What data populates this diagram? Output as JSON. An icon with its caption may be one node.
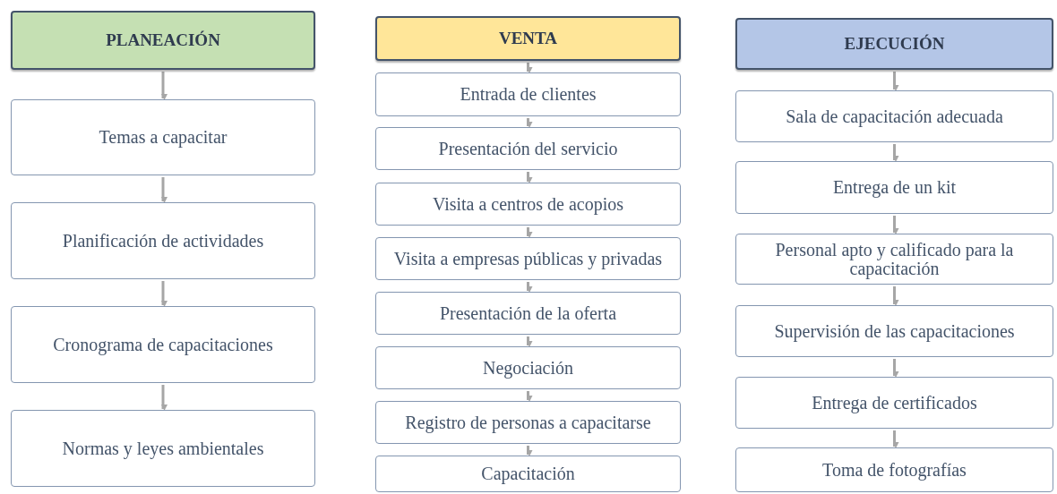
{
  "diagram": {
    "nodes": [
      {
        "text": [
          "PLANEACIÓN"
        ]
      },
      {
        "text": [
          "Temas a capacitar"
        ]
      },
      {
        "text": [
          "Planificación de actividades"
        ]
      },
      {
        "text": [
          "Cronograma de capacitaciones"
        ]
      },
      {
        "text": [
          "Normas y leyes ambientales"
        ]
      },
      {
        "text": [
          "VENTA"
        ]
      },
      {
        "text": [
          "Entrada de clientes"
        ]
      },
      {
        "text": [
          "Presentación del servicio"
        ]
      },
      {
        "text": [
          "Visita a centros de acopios"
        ]
      },
      {
        "text": [
          "Visita a empresas públicas y privadas"
        ]
      },
      {
        "text": [
          "Presentación de la oferta"
        ]
      },
      {
        "text": [
          "Negociación"
        ]
      },
      {
        "text": [
          "Registro de personas a capacitarse"
        ]
      },
      {
        "text": [
          "Capacitación"
        ]
      },
      {
        "text": [
          "EJECUCIÓN"
        ]
      },
      {
        "text": [
          "Sala de capacitación adecuada"
        ]
      },
      {
        "text": [
          "Entrega de un kit"
        ]
      },
      {
        "text": [
          "Personal apto y calificado para la capacitación"
        ]
      },
      {
        "text": [
          "Supervisión de las capacitaciones"
        ]
      },
      {
        "text": [
          "Entrega de certificados"
        ]
      },
      {
        "text": [
          "Toma de fotografías"
        ]
      }
    ],
    "edges": [
      {
        "from": 0,
        "to": 1,
        "arrow": "to"
      },
      {
        "from": 1,
        "to": 2,
        "arrow": "to"
      },
      {
        "from": 2,
        "to": 3,
        "arrow": "to"
      },
      {
        "from": 3,
        "to": 4,
        "arrow": "to"
      },
      {
        "from": 5,
        "to": 6,
        "arrow": "to"
      },
      {
        "from": 6,
        "to": 7,
        "arrow": "to"
      },
      {
        "from": 7,
        "to": 8,
        "arrow": "to"
      },
      {
        "from": 8,
        "to": 9,
        "arrow": "to"
      },
      {
        "from": 9,
        "to": 10,
        "arrow": "to"
      },
      {
        "from": 10,
        "to": 11,
        "arrow": "to"
      },
      {
        "from": 11,
        "to": 12,
        "arrow": "to"
      },
      {
        "from": 12,
        "to": 13,
        "arrow": "to"
      },
      {
        "from": 14,
        "to": 15,
        "arrow": "to"
      },
      {
        "from": 15,
        "to": 16,
        "arrow": "to"
      },
      {
        "from": 16,
        "to": 17,
        "arrow": "to"
      },
      {
        "from": 17,
        "to": 18,
        "arrow": "to"
      },
      {
        "from": 18,
        "to": 19,
        "arrow": "to"
      },
      {
        "from": 19,
        "to": 20,
        "arrow": "to"
      }
    ]
  }
}
